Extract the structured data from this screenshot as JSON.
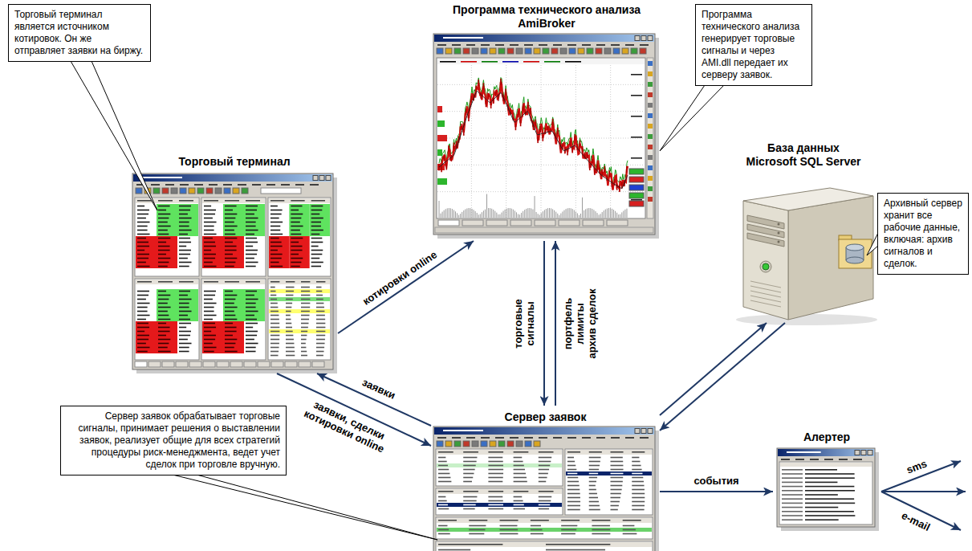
{
  "diagram": {
    "nodes": [
      {
        "text": [
          "Торговый терминал является источником котировок. Он же отправляет заявки на биржу."
        ]
      },
      {
        "text": [
          "Программа технического анализа AmiBroker"
        ]
      },
      {
        "text": [
          "Программа технического анализа генерирует торговые сигналы и через AMI.dll передает их серверу заявок."
        ]
      },
      {
        "text": [
          "Торговый терминал"
        ]
      },
      {
        "text": [
          "База данных Microsoft SQL Server"
        ]
      },
      {
        "text": [
          "Архивный сервер хранит все рабочие данные, включая: архив сигналов и сделок."
        ]
      },
      {
        "text": [
          "Сервер заявок"
        ]
      },
      {
        "text": [
          "Сервер заявок обрабатывает торговые сигналы, принимает решения о выставлении заявок, реализует общие для всех стратегий процедуры риск-менеджмента, ведет учет сделок при торговле вручную."
        ]
      },
      {
        "text": [
          "Алертер"
        ]
      }
    ],
    "edges": [
      {
        "from": 3,
        "to": 1,
        "label": "котировки online",
        "arrow": "to"
      },
      {
        "from": 1,
        "to": 6,
        "label": "торговые сигналы",
        "arrow": "to"
      },
      {
        "from": 6,
        "to": 1,
        "label": "портфель лимиты архив сделок",
        "arrow": "to"
      },
      {
        "from": 6,
        "to": 3,
        "label": "заявки",
        "arrow": "to"
      },
      {
        "from": 3,
        "to": 6,
        "label": "заявки, сделки котировки online",
        "arrow": "to"
      },
      {
        "from": 6,
        "to": 4,
        "arrow": "to"
      },
      {
        "from": 4,
        "to": 6,
        "arrow": "to"
      },
      {
        "from": 6,
        "to": 8,
        "label": "события",
        "arrow": "to"
      }
    ],
    "labels": [
      "sms",
      "e-mail"
    ]
  }
}
